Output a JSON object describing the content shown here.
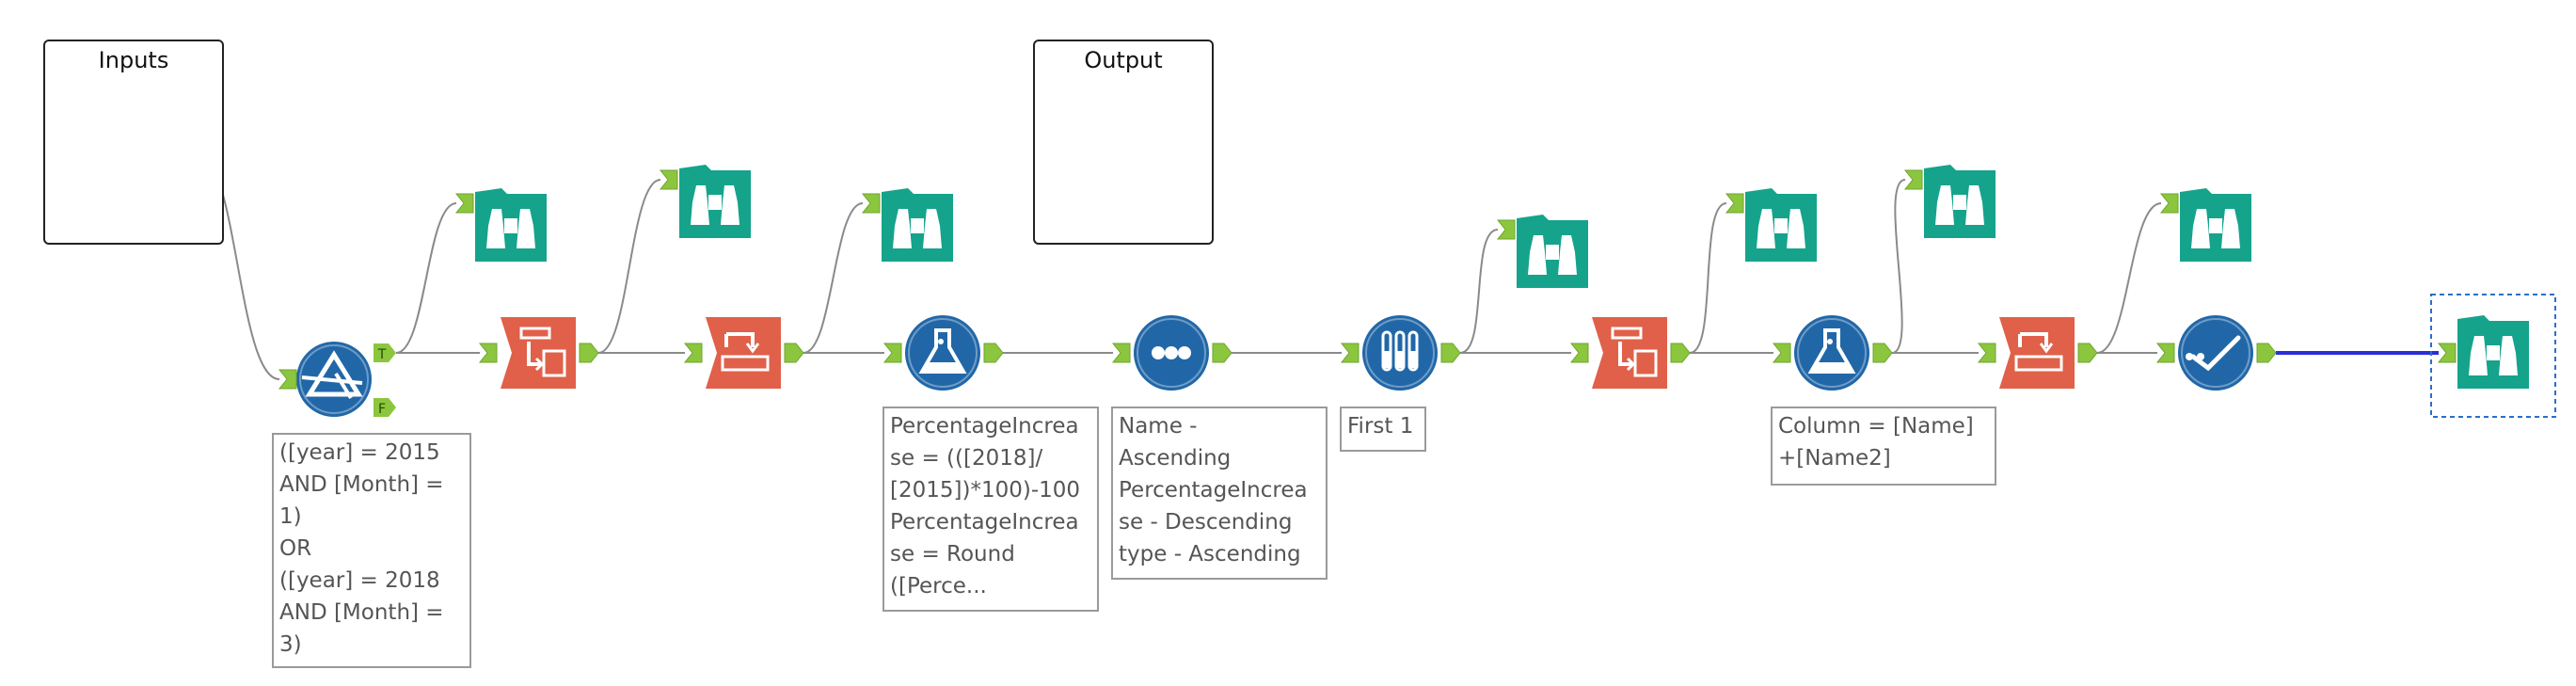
{
  "containers": {
    "inputs": {
      "title": "Inputs"
    },
    "output": {
      "title": "Output"
    }
  },
  "tools": [
    {
      "id": "input-data",
      "icon": "book-open-icon",
      "color": "#15a38c"
    },
    {
      "id": "filter",
      "icon": "filter-triangle-icon",
      "color": "#2167a8"
    },
    {
      "id": "browse-true",
      "icon": "binoculars-icon",
      "color": "#15a38c"
    },
    {
      "id": "cross-tab-1",
      "icon": "cross-tab-icon",
      "color": "#e0604a"
    },
    {
      "id": "browse-2",
      "icon": "binoculars-icon",
      "color": "#15a38c"
    },
    {
      "id": "transpose-1",
      "icon": "transpose-icon",
      "color": "#e0604a"
    },
    {
      "id": "browse-3",
      "icon": "binoculars-icon",
      "color": "#15a38c"
    },
    {
      "id": "formula-1",
      "icon": "flask-icon",
      "color": "#2167a8"
    },
    {
      "id": "sort",
      "icon": "dots-icon",
      "color": "#2167a8"
    },
    {
      "id": "sample",
      "icon": "test-tubes-icon",
      "color": "#2167a8"
    },
    {
      "id": "browse-4",
      "icon": "binoculars-icon",
      "color": "#15a38c"
    },
    {
      "id": "cross-tab-2",
      "icon": "cross-tab-icon",
      "color": "#e0604a"
    },
    {
      "id": "browse-5",
      "icon": "binoculars-icon",
      "color": "#15a38c"
    },
    {
      "id": "formula-2",
      "icon": "flask-icon",
      "color": "#2167a8"
    },
    {
      "id": "browse-6",
      "icon": "binoculars-icon",
      "color": "#15a38c"
    },
    {
      "id": "transpose-2",
      "icon": "transpose-icon",
      "color": "#e0604a"
    },
    {
      "id": "browse-7",
      "icon": "binoculars-icon",
      "color": "#15a38c"
    },
    {
      "id": "select",
      "icon": "checkmark-icon",
      "color": "#2167a8"
    },
    {
      "id": "browse-final",
      "icon": "binoculars-icon",
      "color": "#15a38c"
    },
    {
      "id": "output-data",
      "icon": "book-open-icon",
      "color": "#15a38c"
    }
  ],
  "filter_anchors": {
    "true_label": "T",
    "false_label": "F"
  },
  "annotations": {
    "filter": "([year] = 2015\nAND [Month] =\n1)\nOR\n([year] = 2018\nAND [Month] =\n3)",
    "formula_1": "PercentageIncrea\nse = (([2018]/\n[2015])*100)-100\nPercentageIncrea\nse = Round\n([Perce...",
    "sort": "Name -\nAscending\nPercentageIncrea\nse - Descending\ntype - Ascending",
    "sample": "First 1",
    "formula_2": "Column = [Name]\n+[Name2]"
  },
  "colors": {
    "anchor_green": "#8cc63e",
    "wire_gray": "#8a8a8a",
    "selected_wire": "#2b2fd6",
    "selection_border": "#2a6fc9"
  }
}
